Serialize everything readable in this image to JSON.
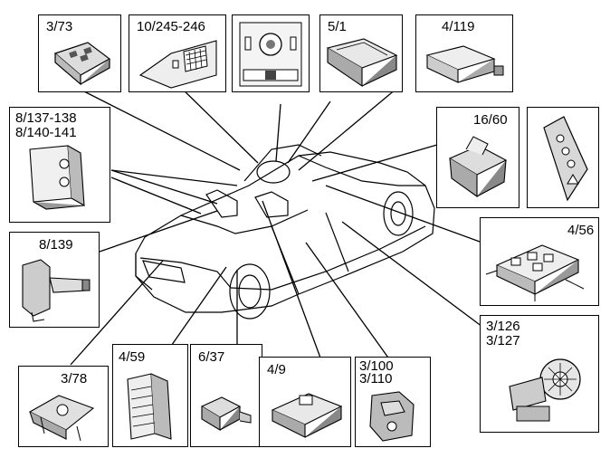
{
  "callouts": {
    "c1": {
      "label": "3/73",
      "icon": "key-fob-panel"
    },
    "c2": {
      "label": "10/245-246",
      "icon": "speaker-grille"
    },
    "c3": {
      "label": "",
      "icon": "light-switch-panel"
    },
    "c4": {
      "label": "5/1",
      "icon": "instrument-cluster"
    },
    "c5": {
      "label": "4/119",
      "icon": "control-module"
    },
    "c6": {
      "label1": "8/137-138",
      "label2": "8/140-141",
      "icon": "sensor-module"
    },
    "c7": {
      "label": "16/60",
      "icon": "steering-lock-module"
    },
    "c8": {
      "label": "",
      "icon": "remote-key"
    },
    "c9": {
      "label": "8/139",
      "icon": "actuator"
    },
    "c10": {
      "label": "4/56",
      "icon": "fuse-relay-box"
    },
    "c11": {
      "label1": "3/126",
      "label2": "3/127",
      "icon": "window-motor"
    },
    "c12": {
      "label": "3/78",
      "icon": "trunk-lock"
    },
    "c13": {
      "label": "4/59",
      "icon": "electronic-module"
    },
    "c14": {
      "label": "6/37",
      "icon": "switch"
    },
    "c15": {
      "label": "4/9",
      "icon": "airbag-module"
    },
    "c16": {
      "label1": "3/100",
      "label2": "3/110",
      "icon": "door-lock"
    }
  }
}
